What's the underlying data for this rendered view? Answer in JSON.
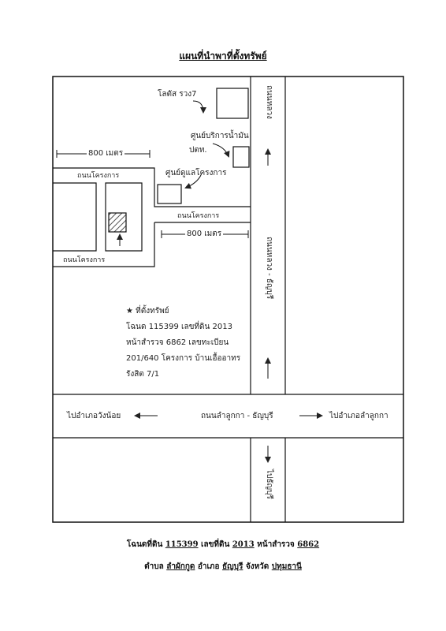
{
  "header": {
    "title": "แผนที่นำพาที่ตั้งทรัพย์"
  },
  "map_labels": {
    "lotus": "โลตัส รวง7",
    "center_top": "ศูนย์บริการน้ำมัน",
    "center_sub": "ปตท.",
    "dist_top": "800 เมตร",
    "dist_mid": "800 เมตร",
    "housing_center": "ศูนย์ดูแลโครงการ",
    "road_housing_top": "ถนนโครงการ",
    "road_housing_mid": "ถนนโครงการ",
    "road_housing_bottom": "ถนนโครงการ",
    "hwy_right_top": "ถนนหลวง",
    "hwy_right_mid": "ถนนหลวง - ธัญบุรี",
    "hwy_right_bottom": "ไปธัญบุรี",
    "main_road": "ถนนลำลูกกา - ธัญบุรี",
    "to_left": "ไปอำเภอวังน้อย",
    "to_right": "ไปอำเภอลำลูกกา"
  },
  "property_note": {
    "title": "ที่ตั้งทรัพย์",
    "line1": "โฉนด 115399  เลขที่ดิน 2013",
    "line2": "หน้าสำรวจ 6862  เลขทะเบียน",
    "line3": "201/640 โครงการ บ้านเอื้ออาทร",
    "line4": "รังสิต 7/1"
  },
  "footer": {
    "deed_prefix": "โฉนดที่ดิน",
    "deed_no": "115399",
    "land_prefix": "เลขที่ดิน",
    "land_no": "2013",
    "survey_prefix": "หน้าสำรวจ",
    "survey_no": "6862",
    "sub_prefix": "ตำบล",
    "subdistrict": "ลำผักกูด",
    "district_prefix": "อำเภอ",
    "district": "ธัญบุรี",
    "province_prefix": "จังหวัด",
    "province": "ปทุมธานี"
  }
}
